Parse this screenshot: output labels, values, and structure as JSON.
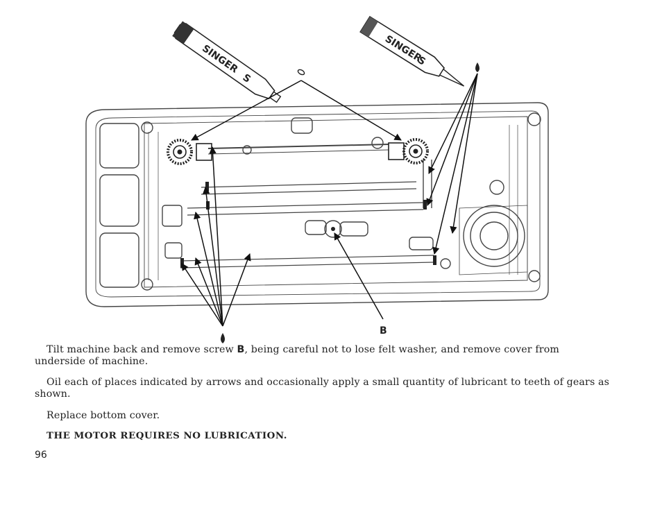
{
  "diagram": {
    "callout_label": "B",
    "tube_left_label": "SINGER",
    "tube_right_label": "SINGER",
    "tube_letter": "S"
  },
  "text": {
    "p1_before": "Tilt machine back and remove screw ",
    "p1_bold": "B",
    "p1_after": ", being careful not to lose felt washer, and remove cover from underside of machine.",
    "p2": "Oil each of places indicated by arrows and occasionally apply a small quantity of lubricant to teeth of gears as shown.",
    "p3": "Replace bottom cover.",
    "note": "THE MOTOR REQUIRES NO LUBRICATION.",
    "page_number": "96"
  }
}
